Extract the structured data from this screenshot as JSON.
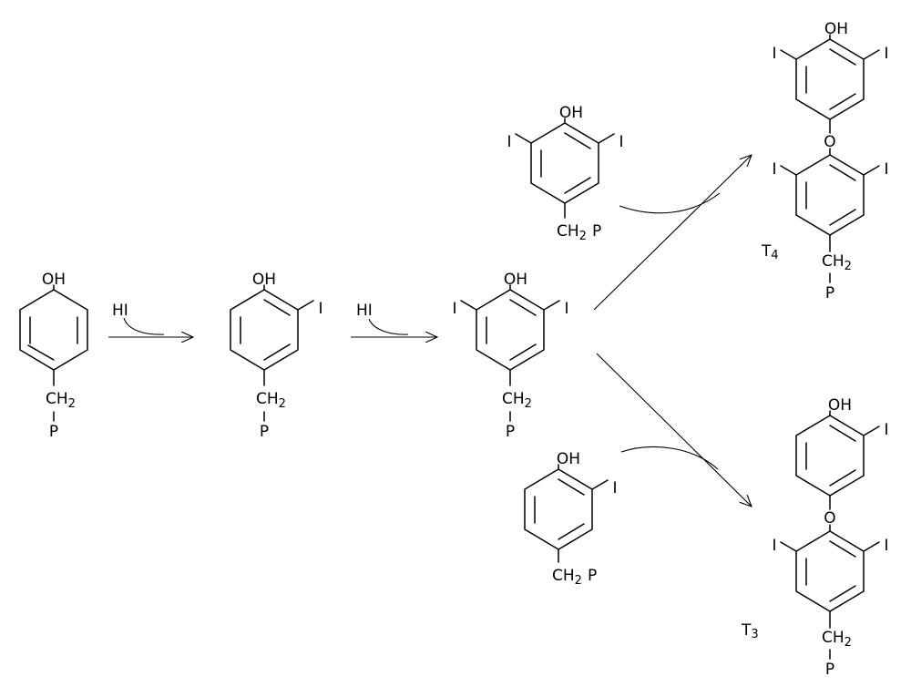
{
  "labels": {
    "oh": "OH",
    "iodine": "I",
    "oxygen": "O",
    "ch": "CH",
    "sub2": "2",
    "p": "P",
    "t": "T",
    "sub4": "4",
    "sub3": "3",
    "reagent": "HI"
  }
}
